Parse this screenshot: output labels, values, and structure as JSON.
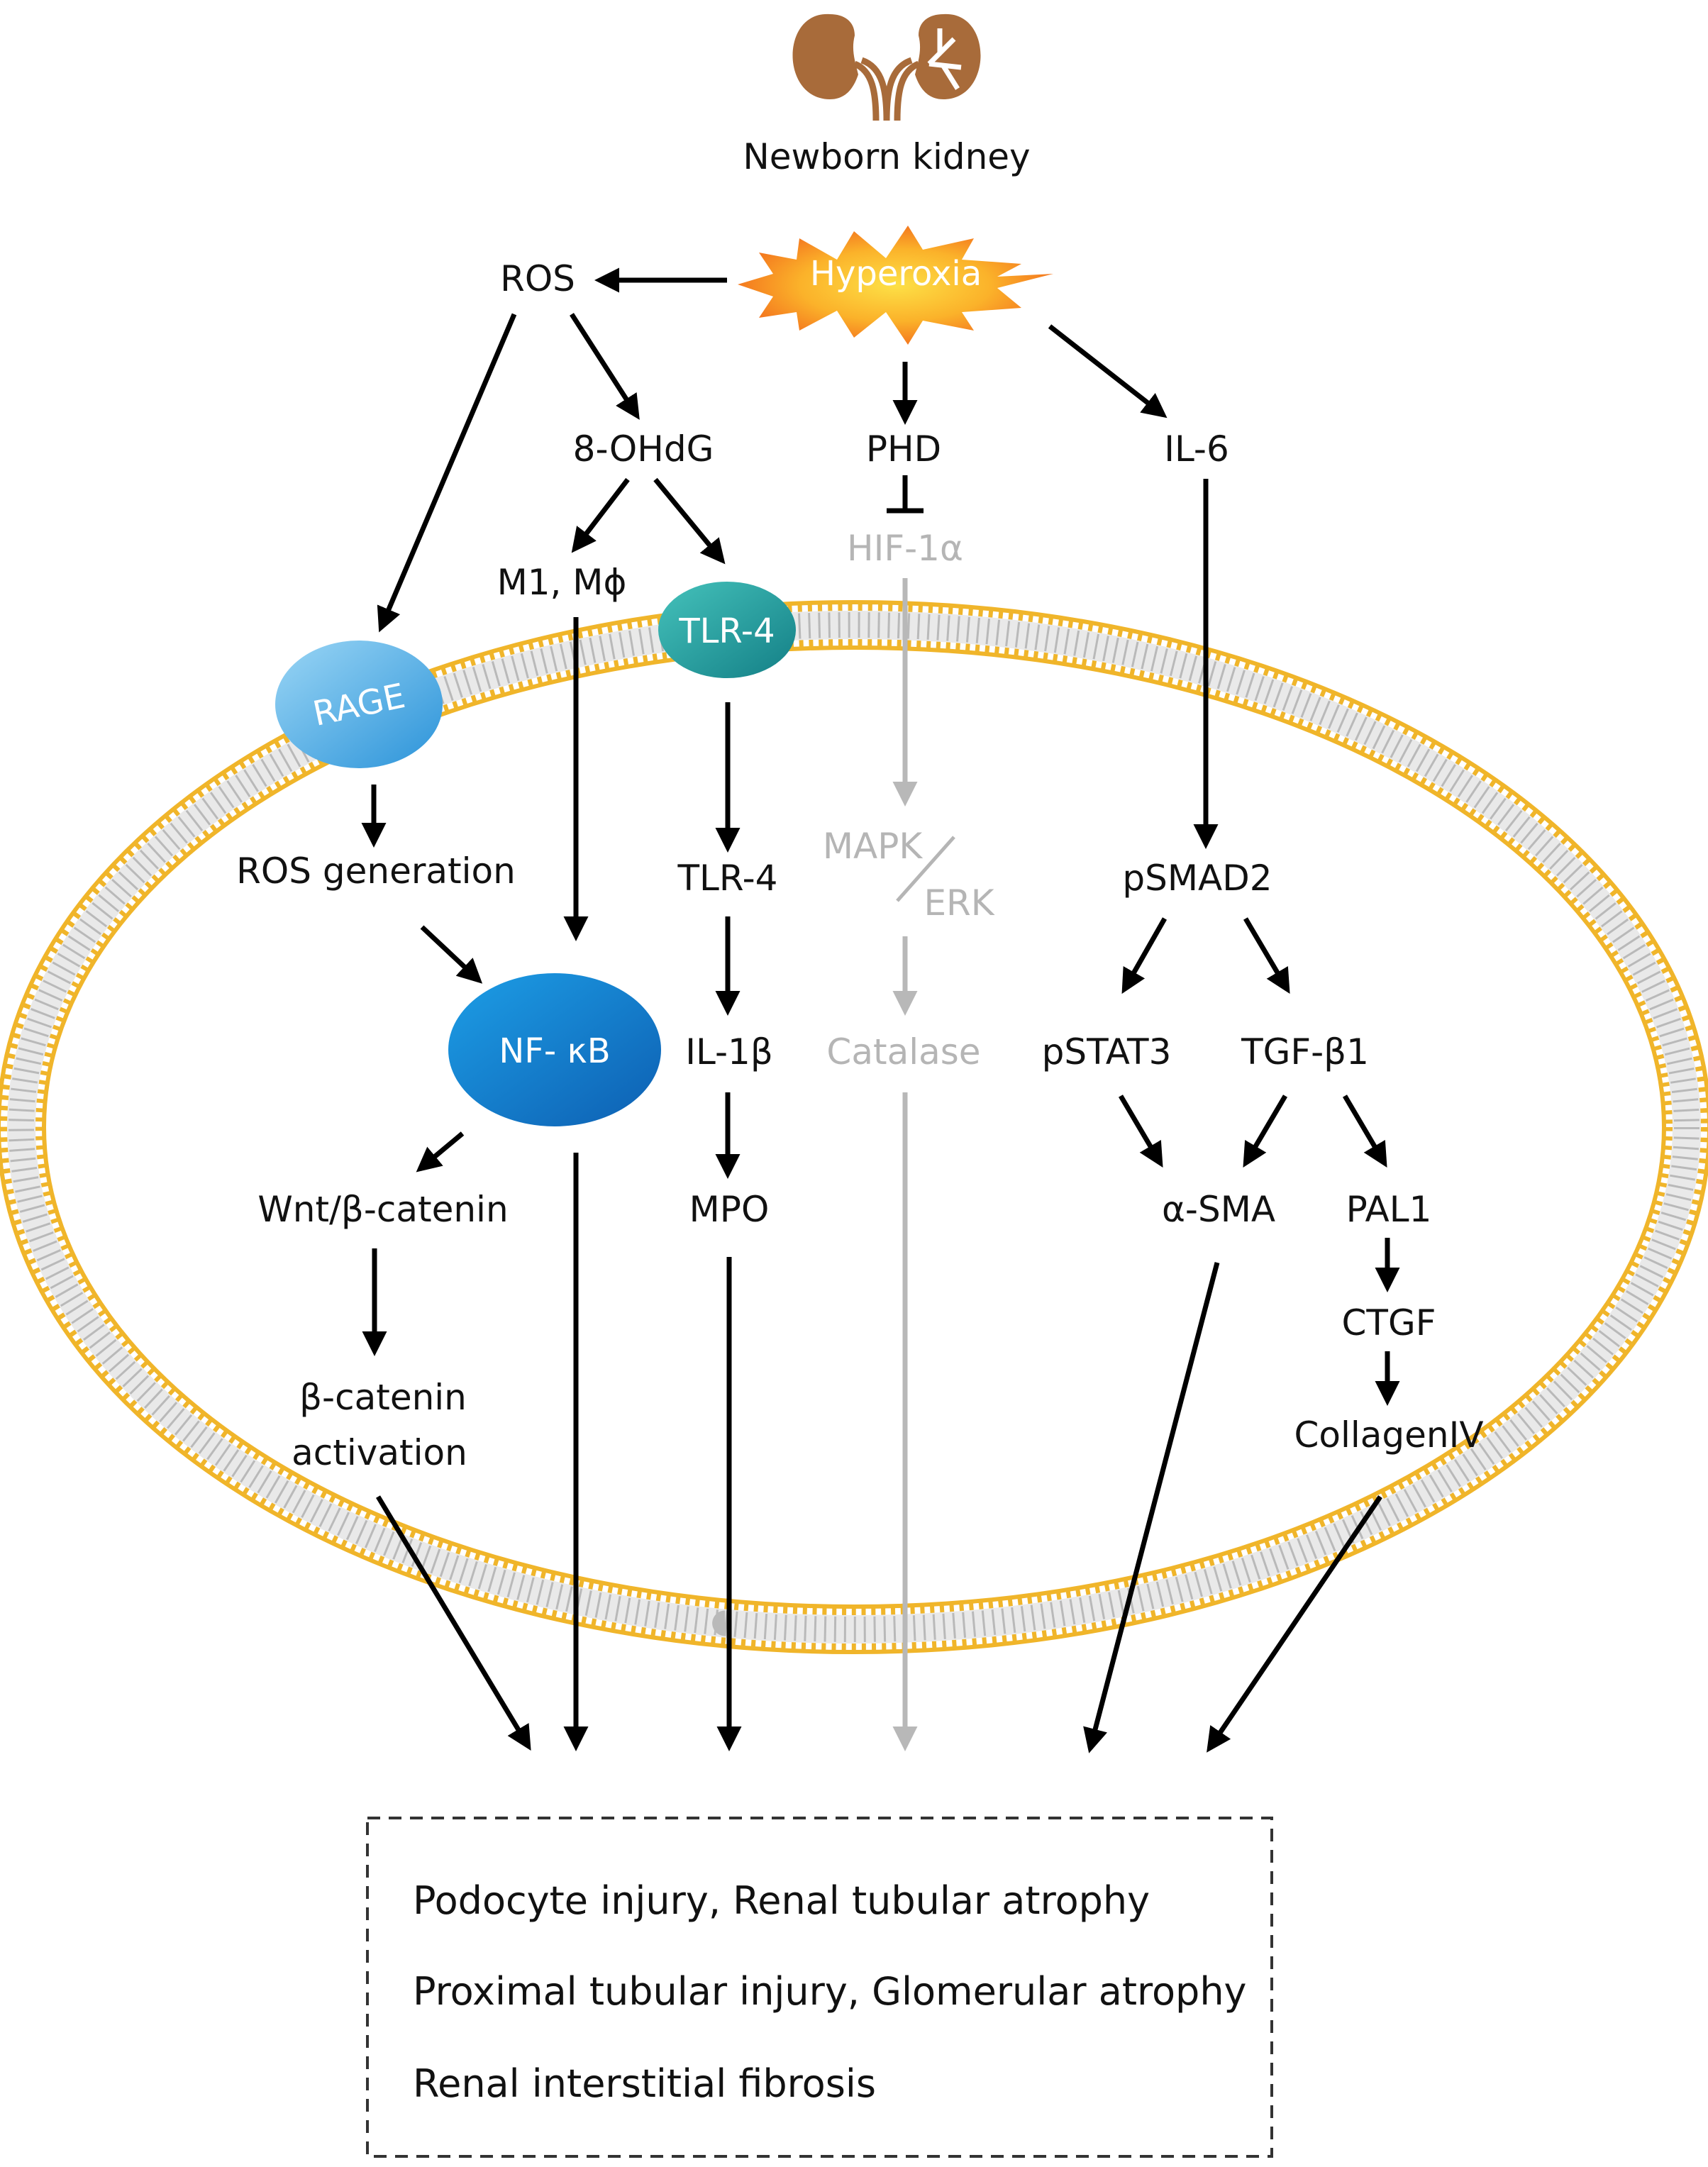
{
  "header": {
    "kidney_label": "Newborn kidney",
    "trigger": "Hyperoxia"
  },
  "nodes": {
    "ros": "ROS",
    "ohdg": "8-OHdG",
    "phd": "PHD",
    "il6": "IL-6",
    "m1": "M1, Mϕ",
    "hif": "HIF-1α",
    "tlr4_receptor": "TLR-4",
    "rage": "RAGE",
    "ros_generation": "ROS generation",
    "tlr4": "TLR-4",
    "mapk": "MAPK",
    "erk": "ERK",
    "psmad2": "pSMAD2",
    "nfkb": "NF- κB",
    "il1b": "IL-1β",
    "catalase": "Catalase",
    "pstat3": "pSTAT3",
    "tgfb1": "TGF-β1",
    "wnt": "Wnt/β-catenin",
    "mpo": "MPO",
    "asma": "α-SMA",
    "pal1": "PAL1",
    "ctgf": "CTGF",
    "collagen": "CollagenIV",
    "bcat_line1": "β-catenin",
    "bcat_line2": "activation"
  },
  "outcomes": [
    "Podocyte injury, Renal tubular atrophy",
    "Proximal tubular injury, Glomerular atrophy",
    "Renal interstitial fibrosis"
  ],
  "colors": {
    "membrane": "#f0b52a",
    "kidney": "#a86b3a",
    "hyperoxia_outer": "#f7931e",
    "hyperoxia_inner": "#fcd63a",
    "tlr4": "#2aa3a0",
    "rage": "#5db6ea",
    "nfkb": "#1976c9",
    "inactive": "#b5b5b5"
  }
}
